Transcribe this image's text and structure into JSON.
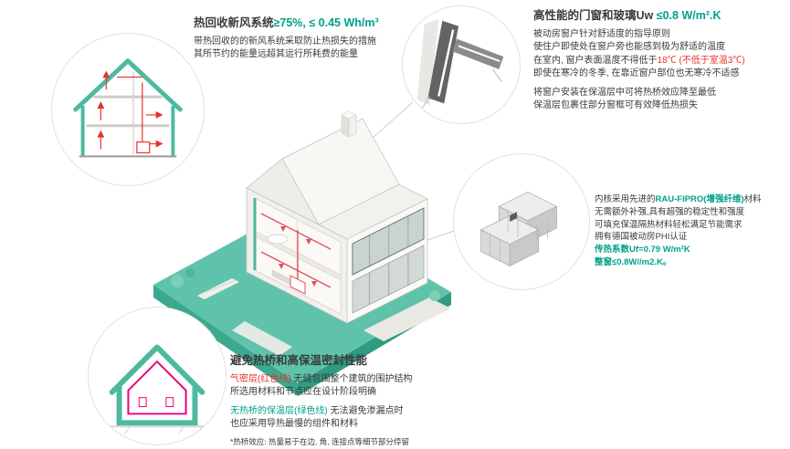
{
  "palette": {
    "green": "#00A08A",
    "red": "#E6332A",
    "airtight_line_magenta": "#E6007E",
    "insulation_teal": "#4FB9A0",
    "platform_teal": "#5FC3AB"
  },
  "hrv": {
    "title": "热回收新风系统",
    "title_value": "≥75%, ≤ 0.45 Wh/m³",
    "body": [
      "带热回收的的新风系统采取防止热损失的措施",
      "其所节约的能量远超其运行所耗费的能量"
    ]
  },
  "windows": {
    "title": "高性能的门窗和玻璃Uw ",
    "title_value": "≤0.8 W/m².K",
    "lines_a": [
      "被动房窗户针对舒适度的指导原则",
      "使住户即使处在窗户旁也能感到极为舒适的温度"
    ],
    "temp_prefix": "在室内, 窗户表面温度不得低于",
    "temp_value": "18℃ (不低于室温3℃)",
    "line_cold": "即使在寒冷的冬季, 在靠近窗户部位也无寒冷不适感",
    "lines_b": [
      "将窗户安装在保温层中可将热桥效应降至最低",
      "保温层包裹住部分窗框可有效降低热损失"
    ]
  },
  "profile": {
    "line1_prefix": "内核采用先进的",
    "line1_highlight": "RAU-FIPRO(增强纤维)",
    "line1_suffix": "材料",
    "lines": [
      "无需额外补强,具有超强的稳定性和强度",
      "可填充保温隔热材料轻松满足节能需求",
      "拥有德国被动房PHI认证"
    ],
    "uf": "传热系数Uf=0.79 W/m²K",
    "uw": "整窗≤0.8W//m2.K。"
  },
  "thermal": {
    "title": "避免热桥和高保温密封性能",
    "airtight_label": "气密层(红色线)",
    "airtight_rest": " 无缝包围整个建筑的围护结构",
    "line2": "所选用材料和节点应在设计阶段明确",
    "insulation_label": "无热桥的保温层(绿色线)",
    "insulation_rest": " 无法避免渗漏点时",
    "line4": "也应采用导热最慢的组件和材料",
    "footnote": "*热桥效应: 热量易于在边, 角, 连接点等细节部分停留"
  }
}
